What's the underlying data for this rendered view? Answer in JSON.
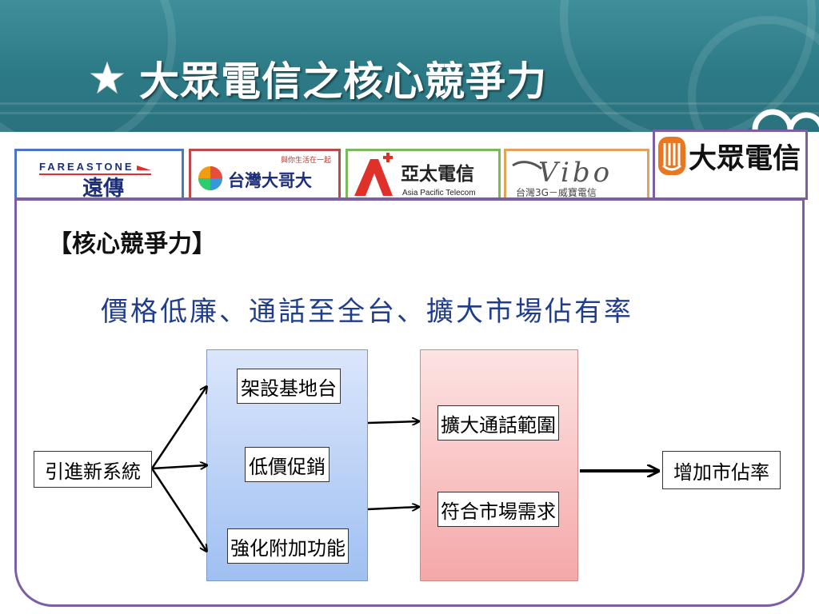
{
  "slide": {
    "title": "大眾電信之核心競爭力",
    "section_heading": "【核心競爭力】",
    "subtitle": "價格低廉、通話至全台、擴大市場佔有率"
  },
  "logos": {
    "fet": {
      "brand": "FAREASTONE",
      "local": "遠傳"
    },
    "tcc": {
      "slogan": "與你生活在一起",
      "name": "台灣大哥大"
    },
    "apt": {
      "name": "亞太電信",
      "english": "Asia Pacific Telecom"
    },
    "vibo": {
      "brand": "Vibo",
      "tagline": "台灣3G－威寶電信"
    },
    "mobitai": {
      "name": "大眾電信"
    }
  },
  "flow": {
    "source": "引進新系統",
    "strategies": [
      "架設基地台",
      "低價促銷",
      "強化附加功能"
    ],
    "effects": [
      "擴大通話範圍",
      "符合市場需求"
    ],
    "result": "增加市佔率"
  },
  "colors": {
    "header": "#2c7a86",
    "frame_border": "#7a5fa4",
    "subtitle_text": "#1f3d8c",
    "panel_blue": "#9fc0f2",
    "panel_red": "#f5a8a8"
  }
}
